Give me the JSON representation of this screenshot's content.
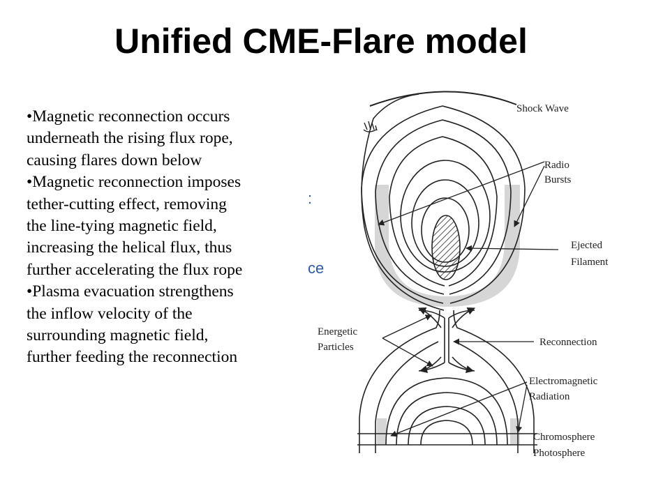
{
  "title": "Unified CME-Flare model",
  "bullets": [
    {
      "lines": [
        "•Magnetic reconnection occurs",
        "underneath the rising flux rope,",
        "causing flares down below"
      ]
    },
    {
      "lines": [
        "•Magnetic reconnection imposes",
        "tether-cutting effect, removing",
        "the line-tying magnetic field,",
        "increasing the helical flux, thus",
        "further accelerating the flux rope"
      ]
    },
    {
      "lines": [
        "•Plasma evacuation strengthens",
        "the inflow velocity of the",
        "surrounding magnetic field,",
        "further feeding the reconnection"
      ]
    }
  ],
  "overlay_fragments": [
    ":",
    "ce"
  ],
  "diagram": {
    "labels": {
      "shock_wave": "Shock Wave",
      "radio": "Radio",
      "bursts": "Bursts",
      "ejected": "Ejected",
      "filament": "Filament",
      "energetic": "Energetic",
      "particles": "Particles",
      "reconnection": "Reconnection",
      "electromagnetic": "Electromagnetic",
      "radiation": "Radiation",
      "chromosphere": "Chromosphere",
      "photosphere": "Photosphere"
    },
    "colors": {
      "lines": "#222222",
      "shading": "#d6d6d6"
    }
  }
}
